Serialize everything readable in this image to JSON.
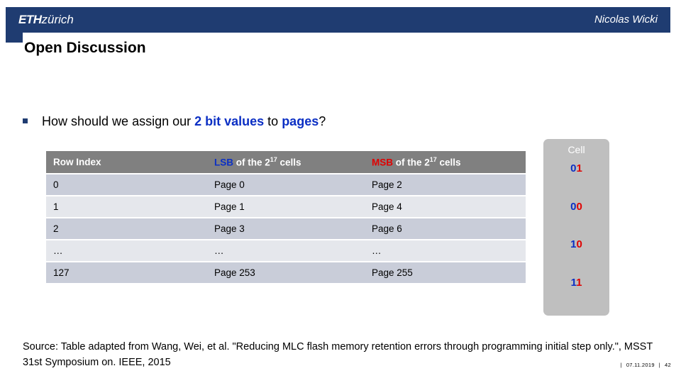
{
  "header": {
    "logo_mark": "ETH",
    "logo_city": "zürich",
    "presenter": "Nicolas Wicki"
  },
  "slide": {
    "title": "Open Discussion",
    "bullet": {
      "part1": "How should we assign our ",
      "highlight1": "2 bit values",
      "part2": " to ",
      "highlight2": "pages",
      "part3": "?"
    }
  },
  "table": {
    "headers": {
      "col_a": "Row Index",
      "col_b_key": "LSB",
      "col_b_rest": " of the 2",
      "col_b_sup": "17",
      "col_b_tail": " cells",
      "col_c_key": "MSB",
      "col_c_rest": " of the 2",
      "col_c_sup": "17",
      "col_c_tail": " cells"
    },
    "rows": [
      {
        "index": "0",
        "lsb": "Page 0",
        "msb": "Page 2"
      },
      {
        "index": "1",
        "lsb": "Page 1",
        "msb": "Page 4"
      },
      {
        "index": "2",
        "lsb": "Page 3",
        "msb": "Page 6"
      },
      {
        "index": "…",
        "lsb": "…",
        "msb": "…"
      },
      {
        "index": "127",
        "lsb": "Page 253",
        "msb": "Page 255"
      }
    ]
  },
  "cell_panel": {
    "title": "Cell",
    "values": [
      {
        "lsb": "0",
        "msb": "1"
      },
      {
        "lsb": "0",
        "msb": "0"
      },
      {
        "lsb": "1",
        "msb": "0"
      },
      {
        "lsb": "1",
        "msb": "1"
      }
    ]
  },
  "source": "Source: Table adapted from Wang, Wei, et al. \"Reducing MLC flash memory retention errors through programming initial step only.\", MSST 31st Symposium on. IEEE, 2015",
  "footer": {
    "date": "07.11.2019",
    "page": "42",
    "separator": "|"
  },
  "colors": {
    "eth_blue": "#1f3c71",
    "accent_blue": "#0b2fc4",
    "accent_red": "#e00000",
    "header_gray": "#808080",
    "row_dark": "#c9cdd9",
    "row_light": "#e5e7ec",
    "panel_gray": "#bfbfbf"
  }
}
